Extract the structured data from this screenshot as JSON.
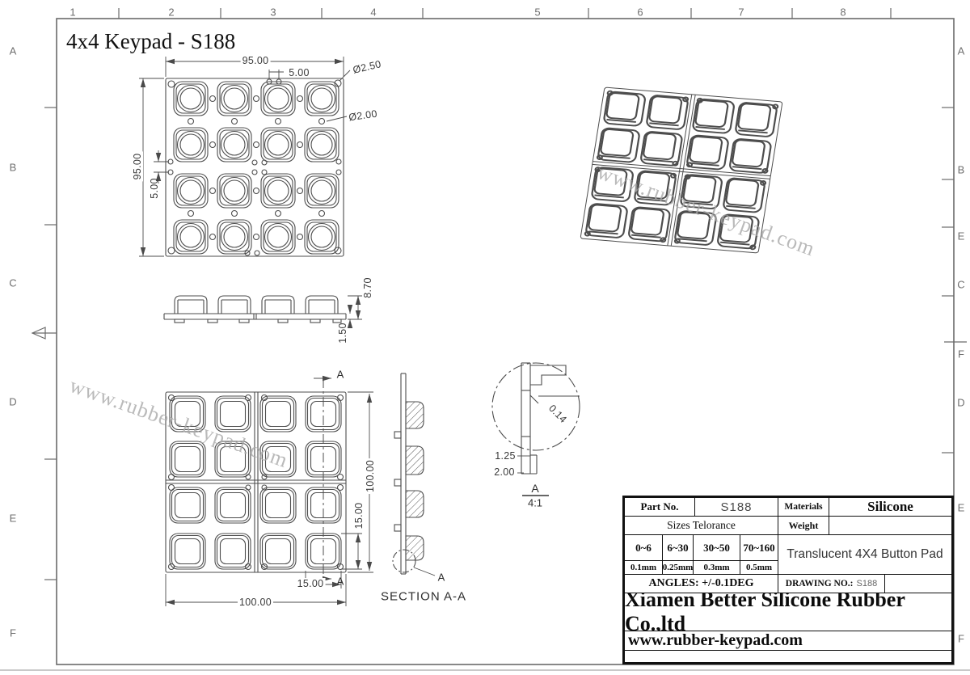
{
  "title": "4x4 Keypad - S188",
  "frame": {
    "top_numbers": [
      "1",
      "2",
      "3",
      "4",
      "5",
      "6",
      "7",
      "8"
    ],
    "left_letters": [
      "A",
      "B",
      "C",
      "D",
      "E",
      "F"
    ],
    "right_letters": [
      "A",
      "B",
      "E",
      "C",
      "F",
      "D",
      "E",
      "F"
    ]
  },
  "watermark": "www.rubber-keypad.com",
  "dims": {
    "top_width": "95.00",
    "top_pitch": "5.00",
    "hole_big": "Ø2.50",
    "hole_small": "Ø2.00",
    "top_height": "95.00",
    "left_pitch": "5.00",
    "side_height": "8.70",
    "side_base": "1.50",
    "bottom_width": "100.00",
    "bottom_height": "100.00",
    "key_size_v": "15.00",
    "key_size_h": "15.00",
    "detail_chamfer": "0.14",
    "detail_step1": "1.25",
    "detail_step2": "2.00"
  },
  "labels": {
    "section_title": "SECTION A-A",
    "section_arrow_top": "A",
    "section_arrow_bottom": "A",
    "detail_ref": "A",
    "detail_name": "A",
    "detail_scale": "4:1"
  },
  "title_block": {
    "part_no_label": "Part No.",
    "part_no": "S188",
    "materials_label": "Materials",
    "materials": "Silicone",
    "tolerance_label": "Sizes Telorance",
    "weight_label": "Weight",
    "weight_value": "",
    "ranges": [
      "0~6",
      "6~30",
      "30~50",
      "70~160"
    ],
    "tolerances": [
      "0.1mm",
      "0.25mm",
      "0.3mm",
      "0.5mm"
    ],
    "product": "Translucent 4X4 Button Pad",
    "angles": "ANGLES: +/-0.1DEG",
    "drawing_no_label": "DRAWING NO.:",
    "drawing_no": "S188",
    "company": "Xiamen Better Silicone Rubber Co.,ltd",
    "website": "www.rubber-keypad.com"
  }
}
